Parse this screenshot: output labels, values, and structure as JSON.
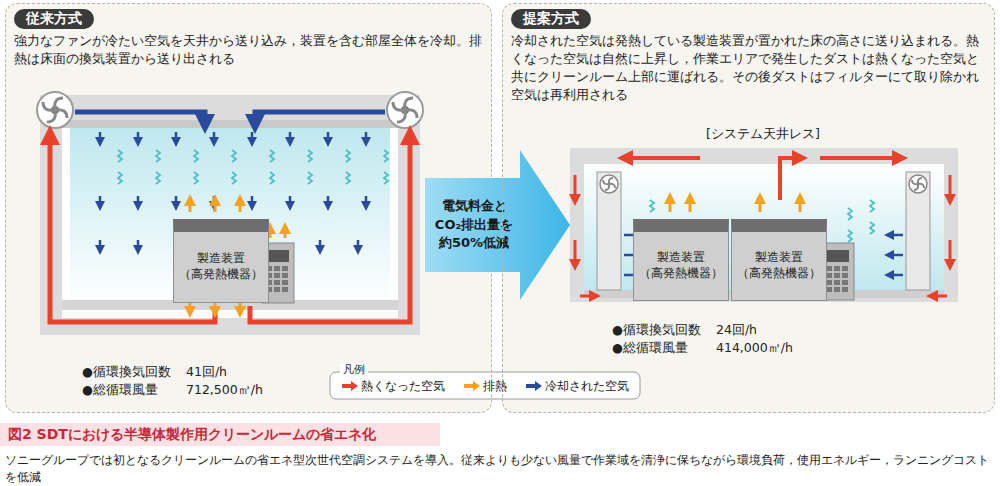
{
  "diagram": {
    "caption": "図2 SDTにおける半導体製作用クリーンルームの省エネ化",
    "nodes": [
      {
        "text": [
          "従来方式",
          "強力なファンが冷たい空気を天井から送り込み，装置を含む部屋全体を冷却。排熱は床面の換気装置から送り出される"
        ]
      },
      {
        "text": [
          "製造装置 （高発熱機器）"
        ],
        "in": 0
      },
      {
        "text": [
          "電気料金と CO₂排出量を 約50%低減"
        ]
      },
      {
        "text": [
          "提案方式",
          "冷却された空気は発熱している製造装置が置かれた床の高さに送り込まれる。熱くなった空気は自然に上昇し，作業エリアで発生したダストは熱くなった空気と共にクリーンルーム上部に運ばれる。その後ダストはフィルターにて取り除かれ空気は再利用される"
        ]
      },
      {
        "text": [
          "製造装置 （高発熱機器）"
        ],
        "in": 3
      },
      {
        "text": [
          "製造装置 （高発熱機器）"
        ],
        "in": 3
      }
    ],
    "labels": [
      "●循環換気回数",
      "41回/h",
      "●総循環風量",
      "712,500㎥/h",
      "[システム天井レス]",
      "●循環換気回数",
      "24回/h",
      "●総循環風量",
      "414,000㎥/h",
      "凡例",
      "ソニーグループでは初となるクリーンルームの省エネ型次世代空調システムを導入。従来よりも少ない風量で作業域を清浄に保ちながら環境負荷，使用エネルギー，ランニングコストを低減"
    ],
    "legend": [
      {
        "text": "熱くなった空気",
        "color": "#e8412c"
      },
      {
        "text": "排熱",
        "color": "#f4a21f"
      },
      {
        "text": "冷却された空気",
        "color": "#2a4a9c"
      }
    ]
  }
}
